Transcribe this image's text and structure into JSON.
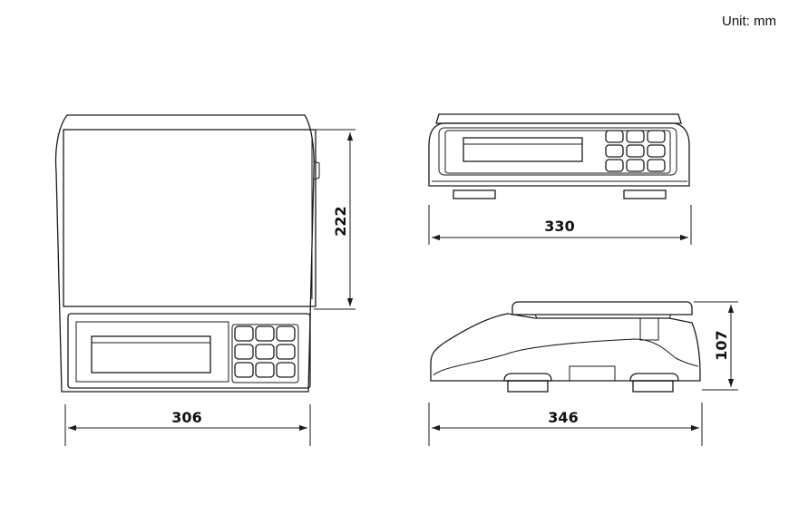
{
  "unit_label": "Unit: mm",
  "dimensions": {
    "top_view_width": "306",
    "top_view_depth": "222",
    "front_view_width": "330",
    "side_view_length": "346",
    "side_view_height": "107"
  }
}
